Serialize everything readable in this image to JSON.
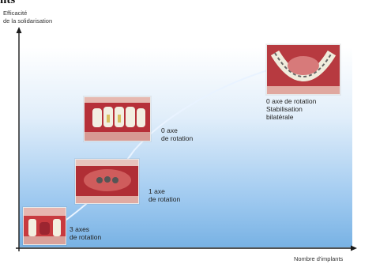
{
  "header": {
    "fragment": "nts"
  },
  "y_axis": {
    "title_line1": "Efficacité",
    "title_line2": "de la solidarisation"
  },
  "x_axis": {
    "title": "Nombre d'implants"
  },
  "stages": [
    {
      "line1": "3 axes",
      "line2": "de rotation",
      "line3": "",
      "photo": "missing-front-teeth-photo"
    },
    {
      "line1": "1 axe",
      "line2": "de rotation",
      "line3": "",
      "photo": "anterior-implants-photo"
    },
    {
      "line1": "0 axe",
      "line2": "de rotation",
      "line3": "",
      "photo": "splinted-crowns-photo"
    },
    {
      "line1": "0 axe de rotation",
      "line2": "Stabilisation",
      "line3": "bilatérale",
      "photo": "upper-arch-occlusal-photo"
    }
  ],
  "colors": {
    "axis": "#1a1a1a",
    "curve": "#e9f3ff",
    "gum_red": "#b8323a",
    "tooth": "#f2efe2",
    "metal": "#555555"
  }
}
